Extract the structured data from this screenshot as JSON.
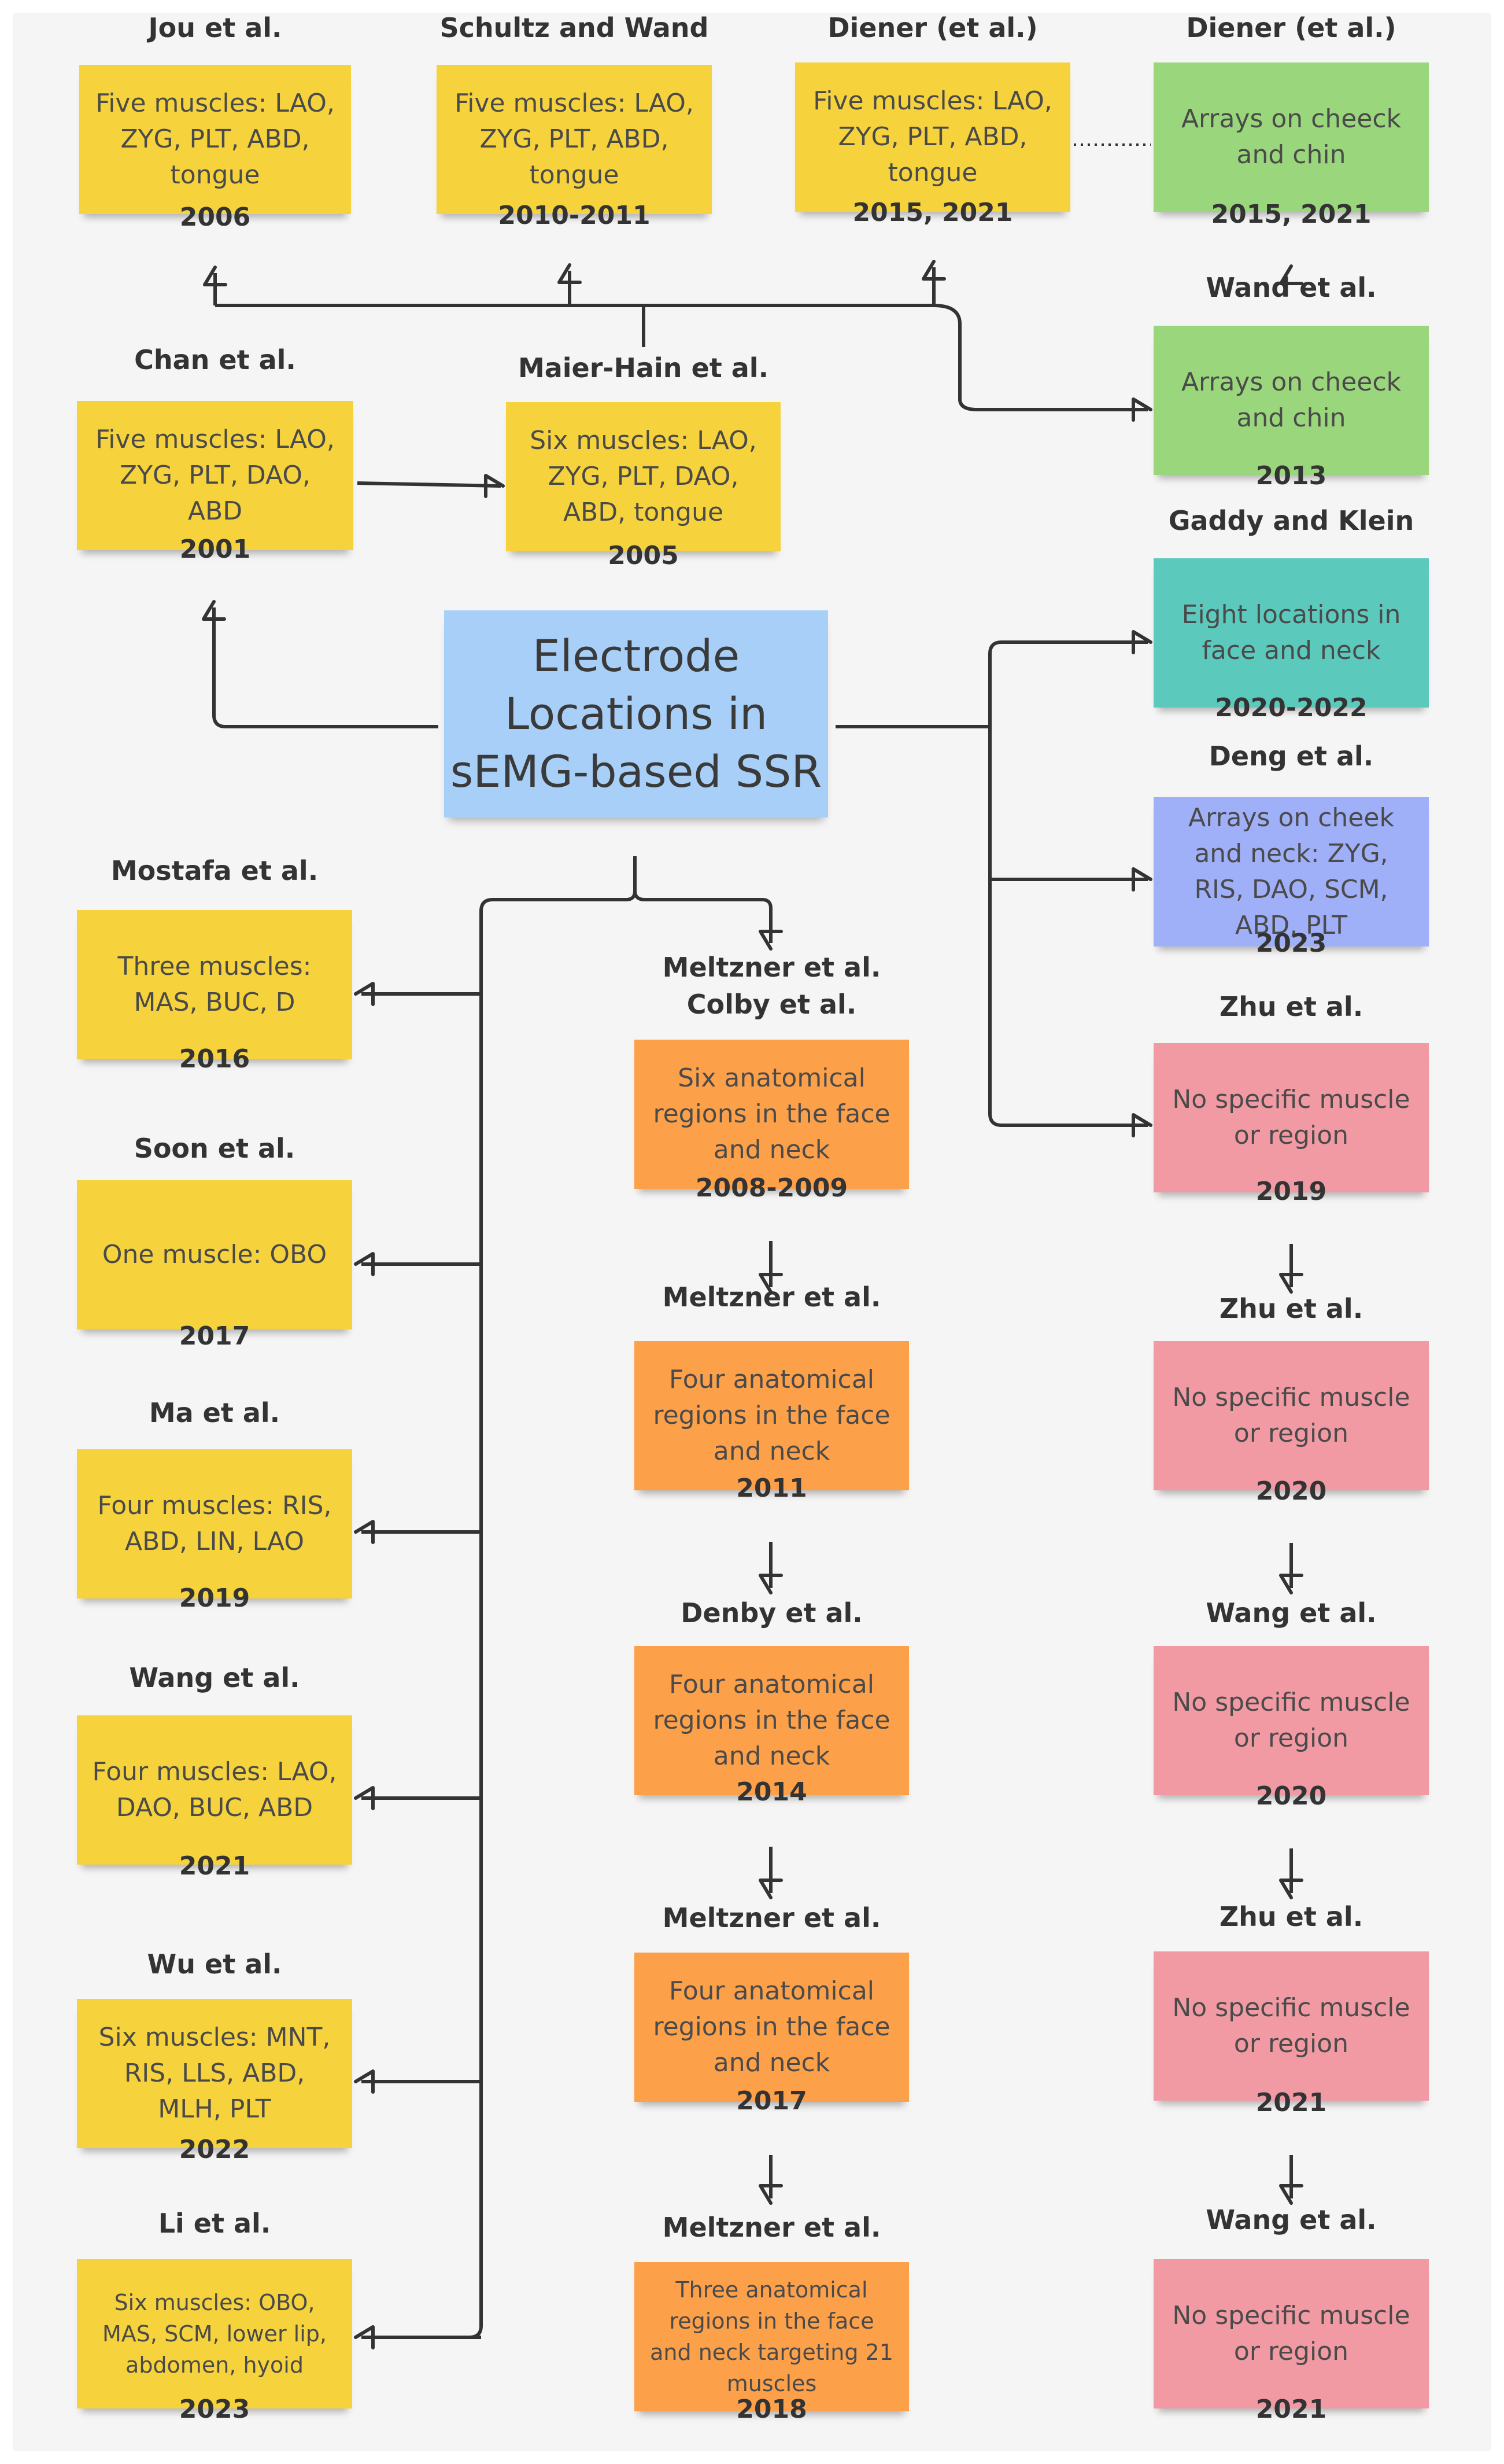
{
  "colors": {
    "yellow": "#f6d33c",
    "green": "#9ad67b",
    "teal": "#5cc9bd",
    "violet": "#9faff8",
    "pink": "#f29aa4",
    "orange": "#fca04a",
    "center_blue": "#a8cff7",
    "connector": "#333333"
  },
  "center": {
    "title": "Electrode Locations in sEMG-based SSR"
  },
  "studies": [
    {
      "key": "jou",
      "author": [
        "Jou et al."
      ],
      "text": "Five muscles: LAO, ZYG, PLT, ABD, tongue",
      "year": "2006",
      "color": "yellow"
    },
    {
      "key": "schultz",
      "author": [
        "Schultz and Wand"
      ],
      "text": "Five muscles: LAO, ZYG, PLT, ABD, tongue",
      "year": "2010-2011",
      "color": "yellow"
    },
    {
      "key": "diener1",
      "author": [
        "Diener (et al.)"
      ],
      "text": "Five muscles: LAO, ZYG, PLT, ABD, tongue",
      "year": "2015, 2021",
      "color": "yellow"
    },
    {
      "key": "diener2",
      "author": [
        "Diener (et al.)"
      ],
      "text": "Arrays on cheeck and chin",
      "year": "2015, 2021",
      "color": "green"
    },
    {
      "key": "wand",
      "author": [
        "Wand et al."
      ],
      "text": "Arrays on cheeck and chin",
      "year": "2013",
      "color": "green"
    },
    {
      "key": "chan",
      "author": [
        "Chan et al."
      ],
      "text": "Five muscles: LAO, ZYG, PLT, DAO, ABD",
      "year": "2001",
      "color": "yellow"
    },
    {
      "key": "maier",
      "author": [
        "Maier-Hain et al."
      ],
      "text": "Six muscles: LAO, ZYG, PLT, DAO, ABD, tongue",
      "year": "2005",
      "color": "yellow"
    },
    {
      "key": "gaddy",
      "author": [
        "Gaddy and Klein"
      ],
      "text": "Eight locations in face and neck",
      "year": "2020-2022",
      "color": "teal"
    },
    {
      "key": "deng",
      "author": [
        "Deng et al."
      ],
      "text": "Arrays on cheek and neck: ZYG, RIS, DAO, SCM, ABD, PLT",
      "year": "2023",
      "color": "violet"
    },
    {
      "key": "zhu1",
      "author": [
        "Zhu et al."
      ],
      "text": "No specific muscle or region",
      "year": "2019",
      "color": "pink"
    },
    {
      "key": "zhu2",
      "author": [
        "Zhu et al."
      ],
      "text": "No specific muscle or region",
      "year": "2020",
      "color": "pink"
    },
    {
      "key": "wang_p1",
      "author": [
        "Wang et al."
      ],
      "text": "No specific muscle or region",
      "year": "2020",
      "color": "pink"
    },
    {
      "key": "zhu3",
      "author": [
        "Zhu et al."
      ],
      "text": "No specific muscle or region",
      "year": "2021",
      "color": "pink"
    },
    {
      "key": "wang_p2",
      "author": [
        "Wang et al."
      ],
      "text": "No specific muscle or region",
      "year": "2021",
      "color": "pink"
    },
    {
      "key": "mostafa",
      "author": [
        "Mostafa et al."
      ],
      "text": "Three muscles: MAS, BUC, D",
      "year": "2016",
      "color": "yellow"
    },
    {
      "key": "soon",
      "author": [
        "Soon et al."
      ],
      "text": "One muscle: OBO",
      "year": "2017",
      "color": "yellow"
    },
    {
      "key": "ma",
      "author": [
        "Ma et al."
      ],
      "text": "Four muscles: RIS, ABD, LIN, LAO",
      "year": "2019",
      "color": "yellow"
    },
    {
      "key": "wang_y",
      "author": [
        "Wang et al."
      ],
      "text": "Four muscles: LAO, DAO, BUC, ABD",
      "year": "2021",
      "color": "yellow"
    },
    {
      "key": "wu",
      "author": [
        "Wu et al."
      ],
      "text": "Six muscles: MNT, RIS, LLS, ABD, MLH, PLT",
      "year": "2022",
      "color": "yellow"
    },
    {
      "key": "li",
      "author": [
        "Li et al."
      ],
      "text": "Six muscles: OBO, MAS, SCM, lower lip, abdomen, hyoid",
      "year": "2023",
      "color": "yellow"
    },
    {
      "key": "meltzner1",
      "author": [
        "Meltzner et al.",
        "Colby et al."
      ],
      "text": "Six anatomical regions in the face and neck",
      "year": "2008-2009",
      "color": "orange"
    },
    {
      "key": "meltzner2",
      "author": [
        "Meltzner et al."
      ],
      "text": "Four anatomical regions in the face and neck",
      "year": "2011",
      "color": "orange"
    },
    {
      "key": "denby",
      "author": [
        "Denby et al."
      ],
      "text": "Four anatomical regions in the face and neck",
      "year": "2014",
      "color": "orange"
    },
    {
      "key": "meltzner3",
      "author": [
        "Meltzner et al."
      ],
      "text": "Four anatomical regions in the face and neck",
      "year": "2017",
      "color": "orange"
    },
    {
      "key": "meltzner4",
      "author": [
        "Meltzner et al."
      ],
      "text": "Three anatomical regions in the face and neck targeting 21 muscles",
      "year": "2018",
      "color": "orange"
    }
  ]
}
